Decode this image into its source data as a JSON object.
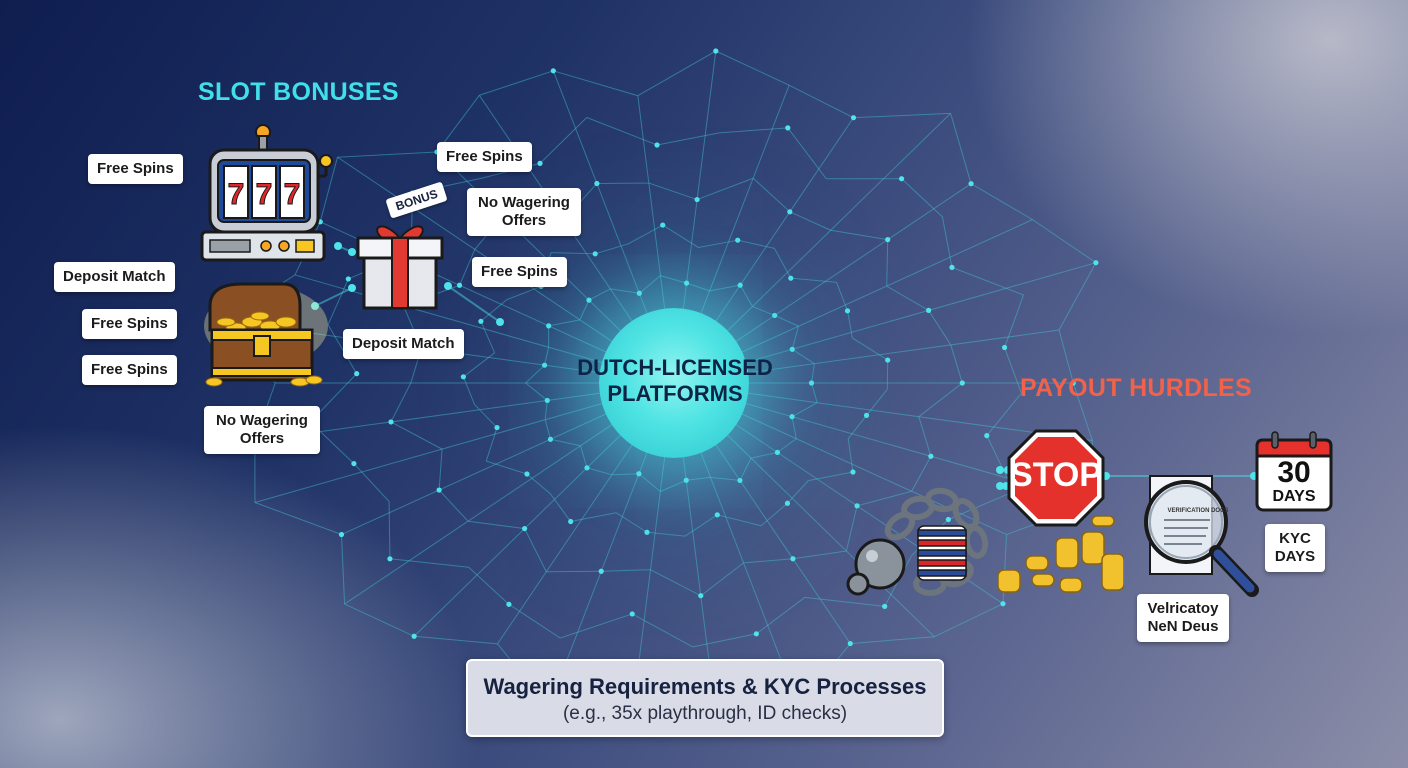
{
  "center": {
    "line1": "DUTCH-LICENSED",
    "line2": "PLATFORMS"
  },
  "slot_section": {
    "title": "SLOT BONUSES",
    "color": "#3fe0ea",
    "tags": [
      {
        "id": "free-spins-1",
        "text": "Free Spins"
      },
      {
        "id": "deposit-match-1",
        "text": "Deposit Match"
      },
      {
        "id": "free-spins-2",
        "text": "Free Spins"
      },
      {
        "id": "free-spins-3",
        "text": "Free Spins"
      },
      {
        "id": "no-wagering-1",
        "text": "No Wagering Offers"
      },
      {
        "id": "free-spins-4",
        "text": "Free Spins"
      },
      {
        "id": "no-wagering-2",
        "text": "No Wagering Offers"
      },
      {
        "id": "free-spins-5",
        "text": "Free Spins"
      },
      {
        "id": "deposit-match-2",
        "text": "Deposit Match"
      }
    ],
    "gift_tag": "BONUS",
    "slot_reels": "777"
  },
  "payout_section": {
    "title": "PAYOUT HURDLES",
    "color": "#f2614a",
    "stop_sign": "STOP",
    "calendar": {
      "number": "30",
      "label": "DAYS"
    },
    "document_title": "VERIFICATION DOCS",
    "tags": [
      {
        "id": "kyc-days",
        "text": "KYC DAYS"
      },
      {
        "id": "verification-docs",
        "text": "Velricatoy NeN Deus"
      }
    ]
  },
  "footer": {
    "title": "Wagering Requirements & KYC Processes",
    "subtitle": "(e.g., 35x playthrough, ID checks)"
  },
  "icons": [
    "slot-machine-icon",
    "treasure-chest-icon",
    "gift-box-icon",
    "stop-sign-icon",
    "calendar-icon",
    "magnifier-document-icon",
    "chain-ball-icon",
    "poker-chips-icon",
    "gold-coins-icon"
  ]
}
